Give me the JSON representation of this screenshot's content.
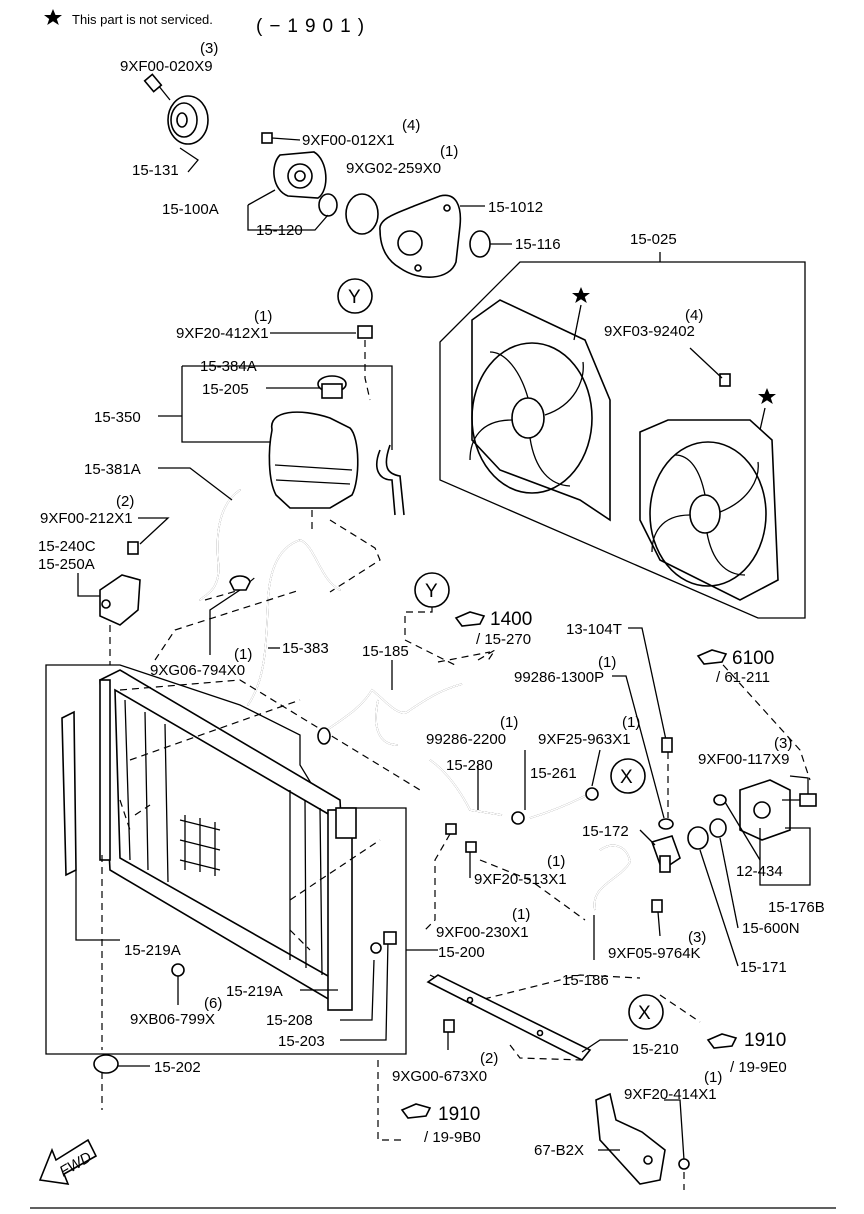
{
  "header": {
    "note": "This part is not serviced.",
    "range": "(−1901)"
  },
  "labels": {
    "l01": "(3)",
    "l02": "9XF00-020X9",
    "l03": "15-131",
    "l04": "(4)",
    "l05": "9XF00-012X1",
    "l06": "(1)",
    "l07": "9XG02-259X0",
    "l08": "15-100A",
    "l09": "15-120",
    "l10": "15-1012",
    "l11": "15-116",
    "l12": "15-025",
    "l13": "(1)",
    "l14": "9XF20-412X1",
    "l15": "(4)",
    "l16": "9XF03-92402",
    "l17": "15-384A",
    "l18": "15-205",
    "l19": "15-350",
    "l20": "15-381A",
    "l21": "(2)",
    "l22": "9XF00-212X1",
    "l23": "15-240C",
    "l24": "15-250A",
    "l25": "(1)",
    "l26": "9XG06-794X0",
    "l27": "15-383",
    "l28": "1400",
    "l29": "/ 15-270",
    "l30": "15-185",
    "l31": "13-104T",
    "l32": "(1)",
    "l33": "99286-1300P",
    "l34": "6100",
    "l35": "/ 61-211",
    "l36": "(1)",
    "l37": "99286-2200",
    "l38": "(1)",
    "l39": "9XF25-963X1",
    "l40": "(3)",
    "l41": "9XF00-117X9",
    "l42": "15-280",
    "l43": "15-261",
    "l44": "15-172",
    "l45": "12-434",
    "l46": "15-176B",
    "l47": "(1)",
    "l48": "9XF20-513X1",
    "l49": "15-600N",
    "l50": "(1)",
    "l51": "9XF00-230X1",
    "l52": "15-219A",
    "l53": "15-200",
    "l54": "(3)",
    "l55": "9XF05-9764K",
    "l56": "15-171",
    "l57": "15-186",
    "l58": "15-219A",
    "l59": "(6)",
    "l60": "9XB06-799X",
    "l61": "15-208",
    "l62": "15-203",
    "l63": "1910",
    "l64": "/ 19-9E0",
    "l65": "15-210",
    "l66": "15-202",
    "l67": "(2)",
    "l68": "9XG00-673X0",
    "l69": "(1)",
    "l70": "9XF20-414X1",
    "l71": "1910",
    "l72": "/ 19-9B0",
    "l73": "67-B2X",
    "l74": "FWD"
  },
  "callouts": {
    "x": "X",
    "y": "Y"
  }
}
